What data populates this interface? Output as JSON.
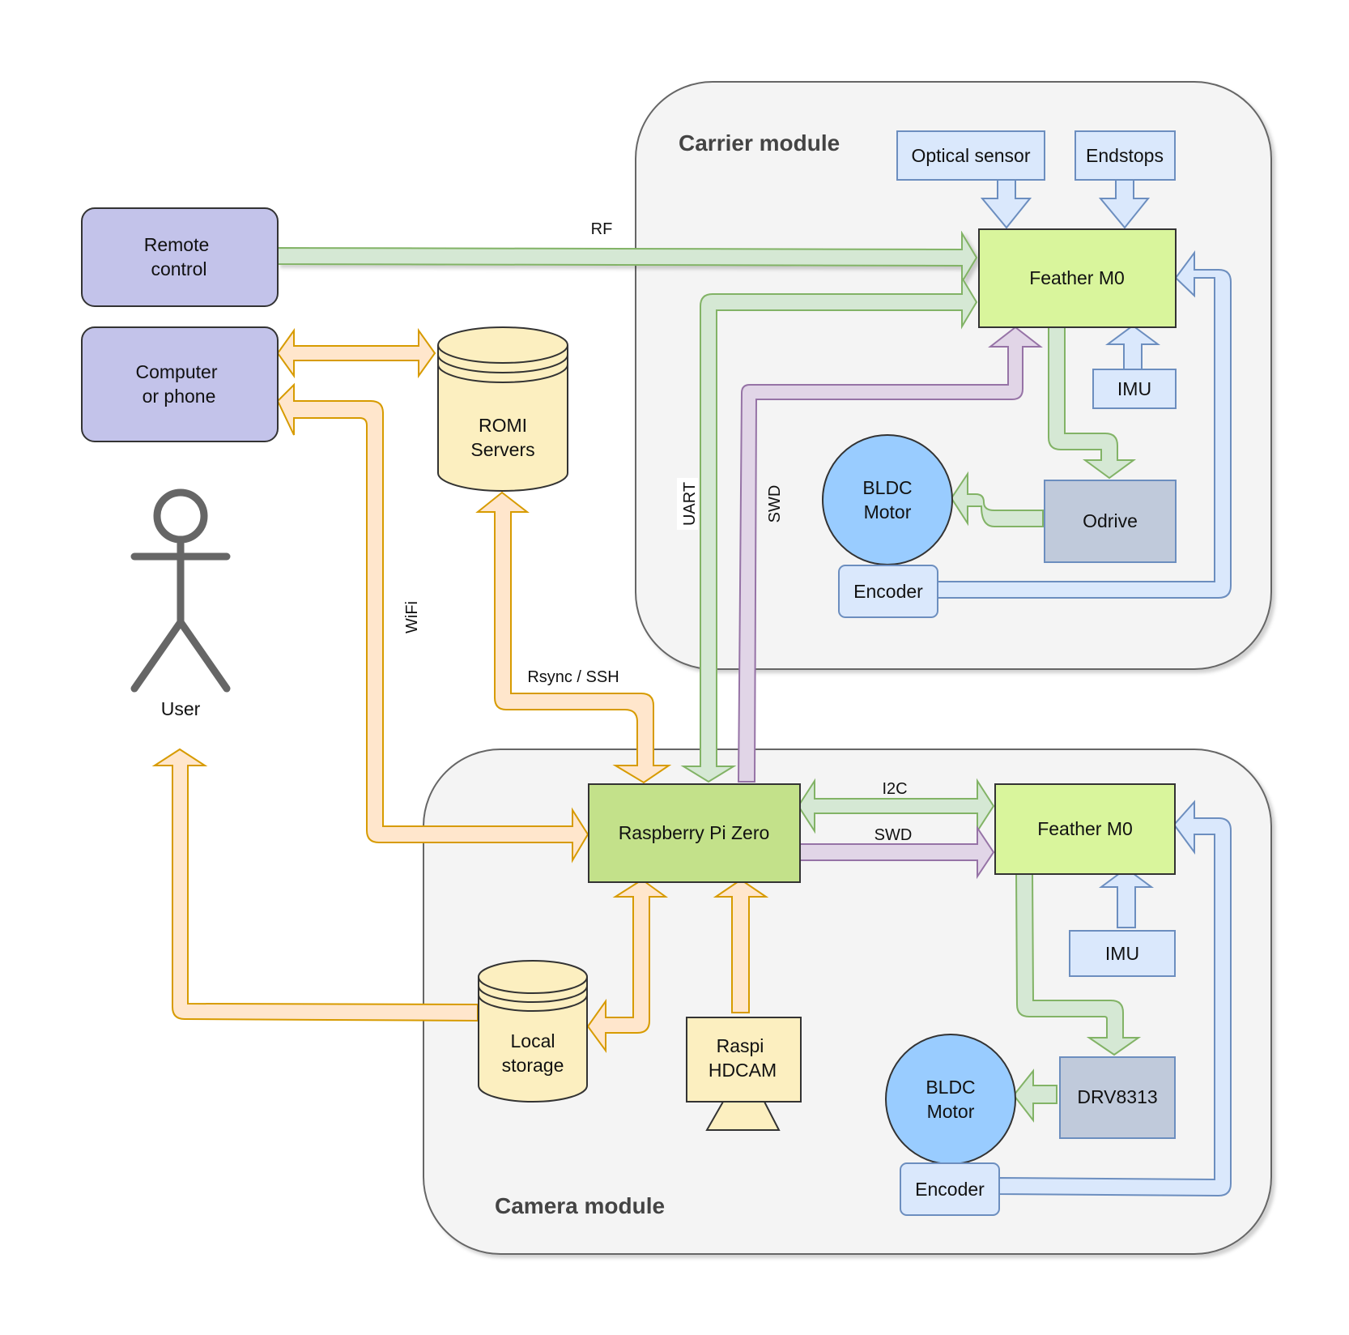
{
  "modules": {
    "carrier": "Carrier module",
    "camera": "Camera module"
  },
  "nodes": {
    "remote_control": [
      "Remote",
      "control"
    ],
    "computer_phone": [
      "Computer",
      "or phone"
    ],
    "romi_servers": [
      "ROMI",
      "Servers"
    ],
    "user": "User",
    "optical_sensor": "Optical sensor",
    "endstops": "Endstops",
    "feather_carrier": "Feather M0",
    "imu_carrier": "IMU",
    "bldc_carrier": [
      "BLDC",
      "Motor"
    ],
    "odrive": "Odrive",
    "encoder_carrier": "Encoder",
    "raspberry_pi": "Raspberry Pi Zero",
    "feather_camera": "Feather M0",
    "imu_camera": "IMU",
    "local_storage": [
      "Local",
      "storage"
    ],
    "raspi_hdcam": [
      "Raspi",
      "HDCAM"
    ],
    "bldc_camera": [
      "BLDC",
      "Motor"
    ],
    "drv8313": "DRV8313",
    "encoder_camera": "Encoder"
  },
  "connections": {
    "rf": "RF",
    "uart": "UART",
    "swd_vertical": "SWD",
    "wifi": "WiFi",
    "rsync_ssh": "Rsync / SSH",
    "i2c": "I2C",
    "swd_horizontal": "SWD"
  },
  "colors": {
    "module_fill": "#f4f4f4",
    "module_stroke": "#666666",
    "purple_fill": "#c3c3ea",
    "yellow_fill": "#fcefc0",
    "blue_light": "#dae8fc",
    "blue_stroke": "#6c8ebf",
    "green_light": "#d5e8d4",
    "green_stroke": "#82b366",
    "lime_fill": "#d9f59c",
    "rpi_fill": "#c3e18a",
    "slate_fill": "#c0cadb",
    "motor_fill": "#99ccff",
    "orange_light": "#ffe6cc",
    "orange_stroke": "#d79b00",
    "violet_light": "#e1d5e7",
    "violet_stroke": "#9673a6"
  }
}
